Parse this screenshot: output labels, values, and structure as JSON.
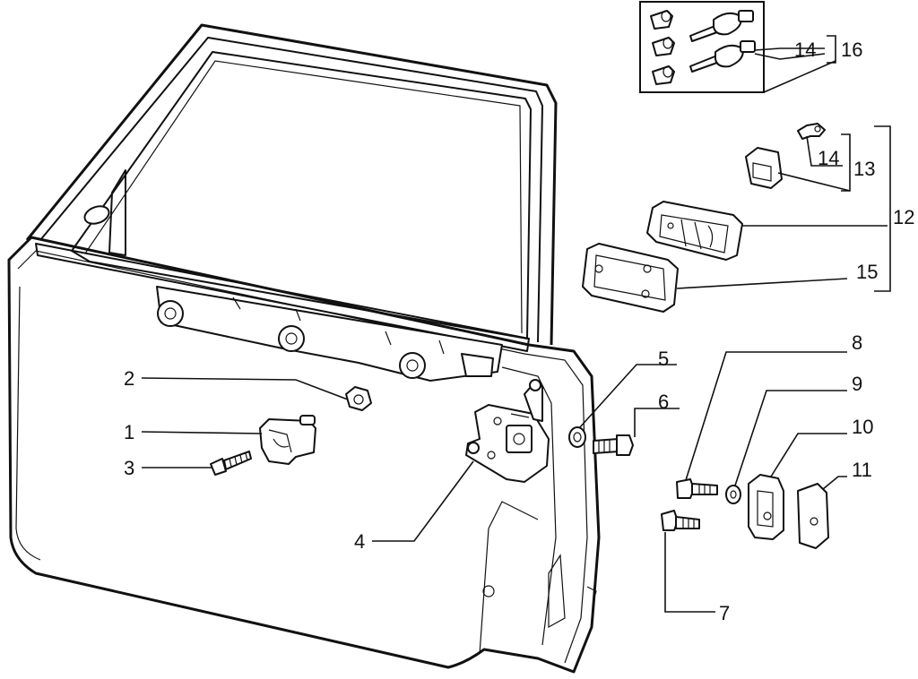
{
  "diagram": {
    "callouts": [
      {
        "id": "c1",
        "label": "1"
      },
      {
        "id": "c2",
        "label": "2"
      },
      {
        "id": "c3",
        "label": "3"
      },
      {
        "id": "c4",
        "label": "4"
      },
      {
        "id": "c5",
        "label": "5"
      },
      {
        "id": "c6",
        "label": "6"
      },
      {
        "id": "c7",
        "label": "7"
      },
      {
        "id": "c8",
        "label": "8"
      },
      {
        "id": "c9",
        "label": "9"
      },
      {
        "id": "c10",
        "label": "10"
      },
      {
        "id": "c11",
        "label": "11"
      },
      {
        "id": "c12",
        "label": "12"
      },
      {
        "id": "c13",
        "label": "13"
      },
      {
        "id": "c14a",
        "label": "14"
      },
      {
        "id": "c14b",
        "label": "14"
      },
      {
        "id": "c15",
        "label": "15"
      },
      {
        "id": "c16",
        "label": "16"
      }
    ]
  }
}
